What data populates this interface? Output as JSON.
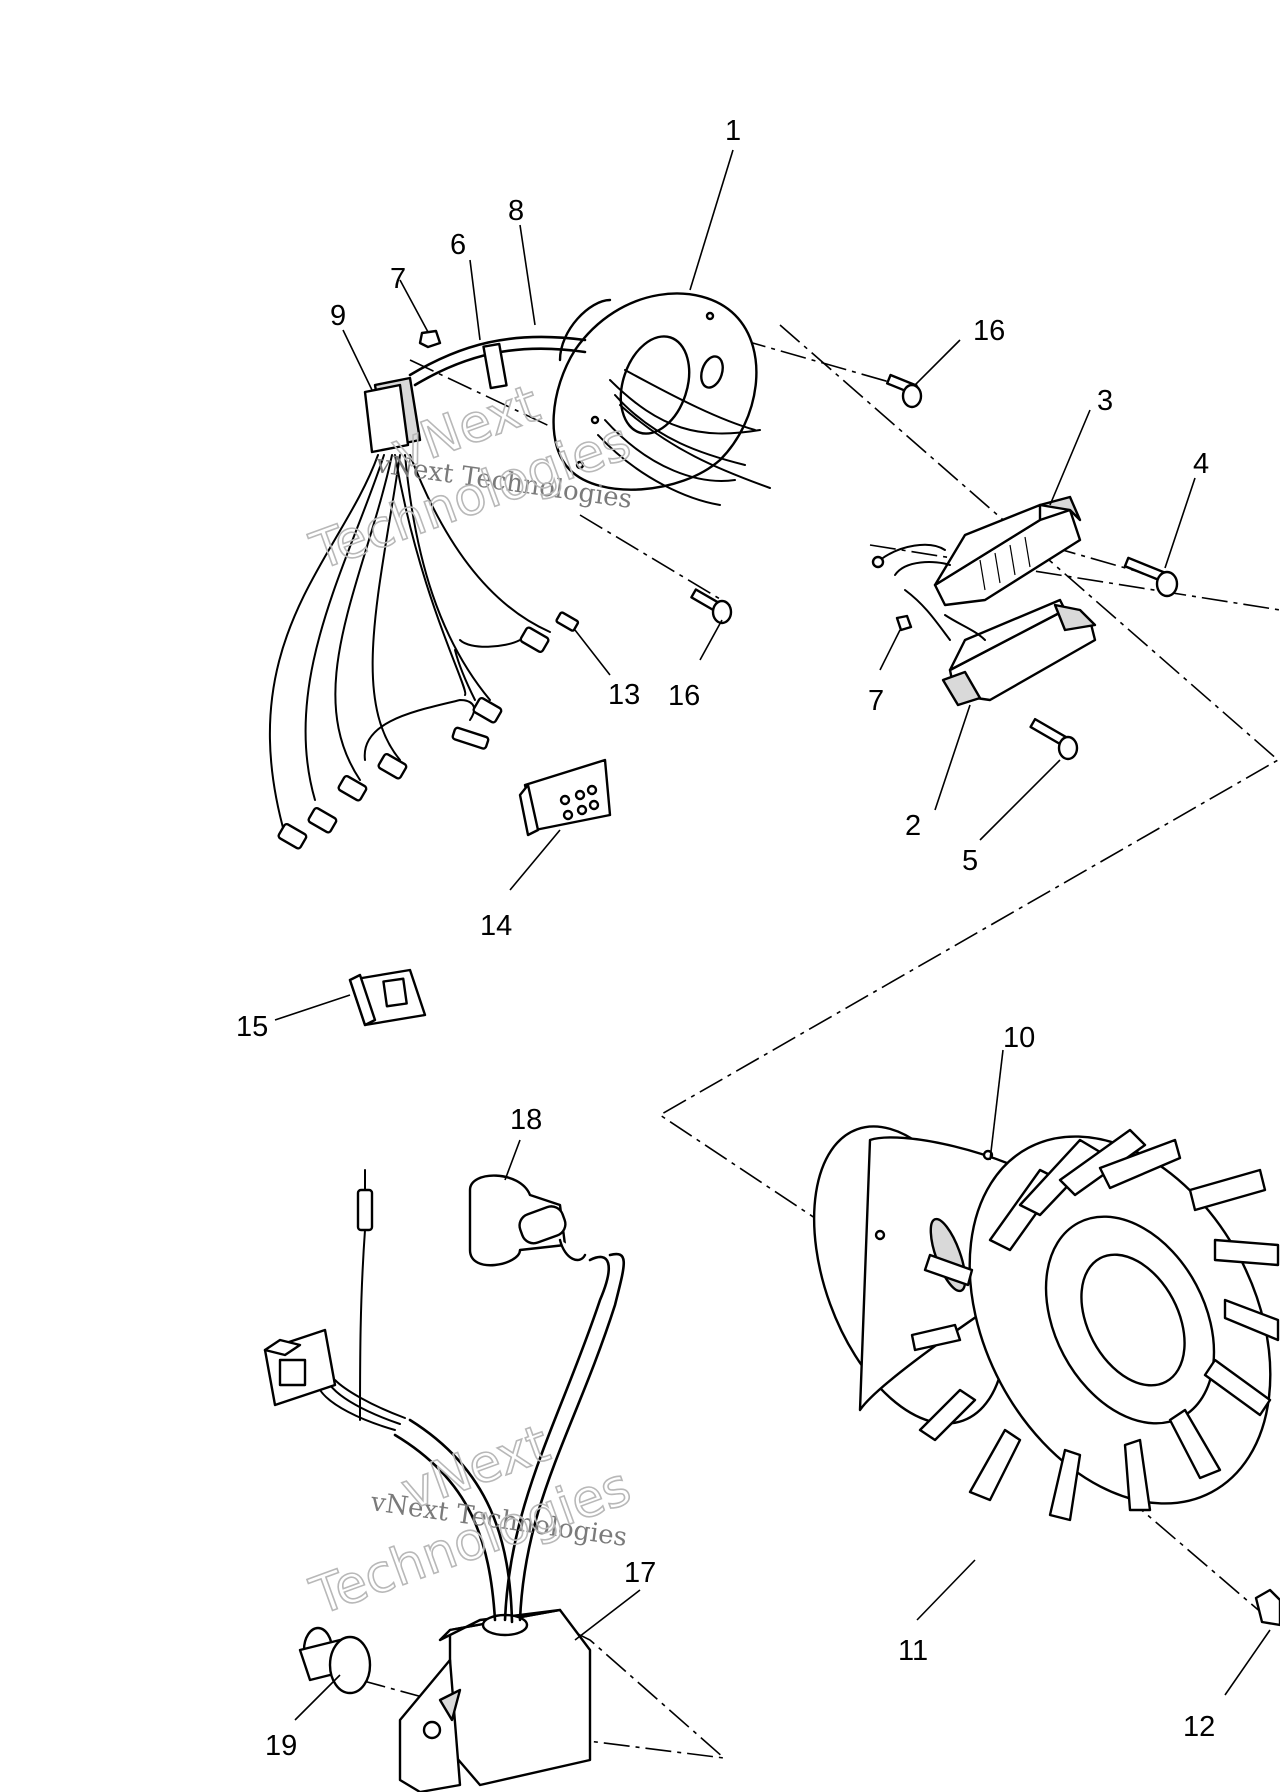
{
  "diagram": {
    "callouts": [
      "1",
      "2",
      "3",
      "4",
      "5",
      "6",
      "7",
      "7",
      "8",
      "9",
      "10",
      "11",
      "12",
      "13",
      "14",
      "15",
      "16",
      "16",
      "17",
      "18",
      "19"
    ],
    "watermark": {
      "small_text": "vNext Technologies",
      "big_line_1": "vNext",
      "big_line_2": "Technologies"
    }
  }
}
